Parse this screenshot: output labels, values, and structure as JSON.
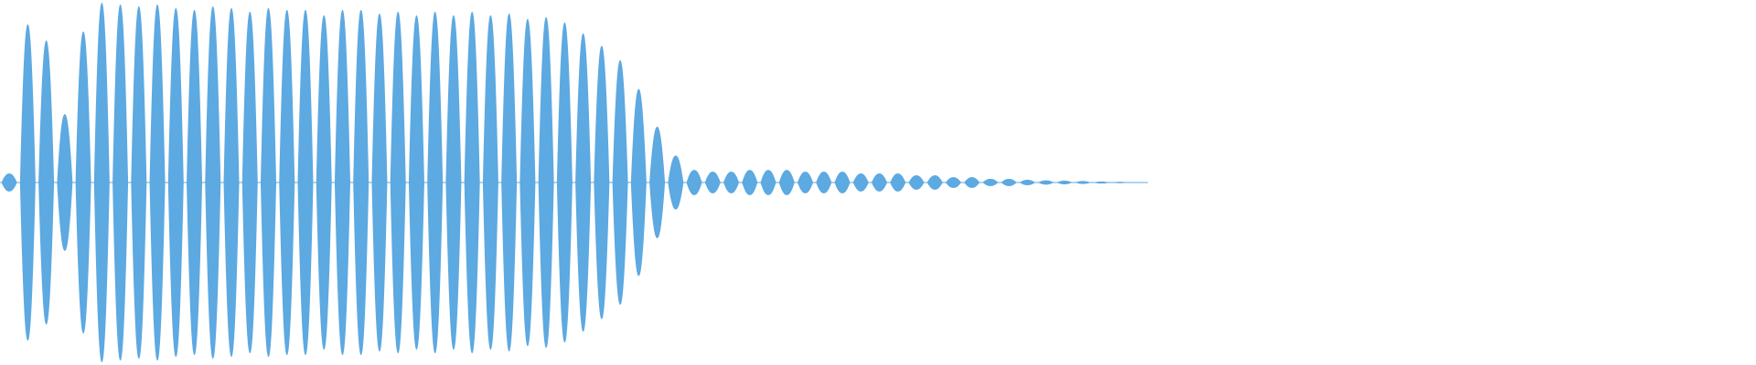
{
  "waveform": {
    "color": "#5DA9E1",
    "background": "#FFFFFF",
    "peaks": [
      0.05,
      0.88,
      0.79,
      0.38,
      0.84,
      1.0,
      0.99,
      0.98,
      0.99,
      0.97,
      0.96,
      0.98,
      0.97,
      0.95,
      0.97,
      0.96,
      0.96,
      0.93,
      0.96,
      0.96,
      0.94,
      0.95,
      0.93,
      0.95,
      0.93,
      0.95,
      0.93,
      0.94,
      0.91,
      0.92,
      0.89,
      0.83,
      0.76,
      0.68,
      0.52,
      0.31,
      0.15,
      0.07,
      0.06,
      0.06,
      0.07,
      0.07,
      0.07,
      0.06,
      0.06,
      0.06,
      0.05,
      0.05,
      0.05,
      0.04,
      0.04,
      0.03,
      0.03,
      0.02,
      0.02,
      0.015,
      0.012,
      0.01,
      0.008,
      0.006,
      0.004,
      0.002
    ]
  }
}
